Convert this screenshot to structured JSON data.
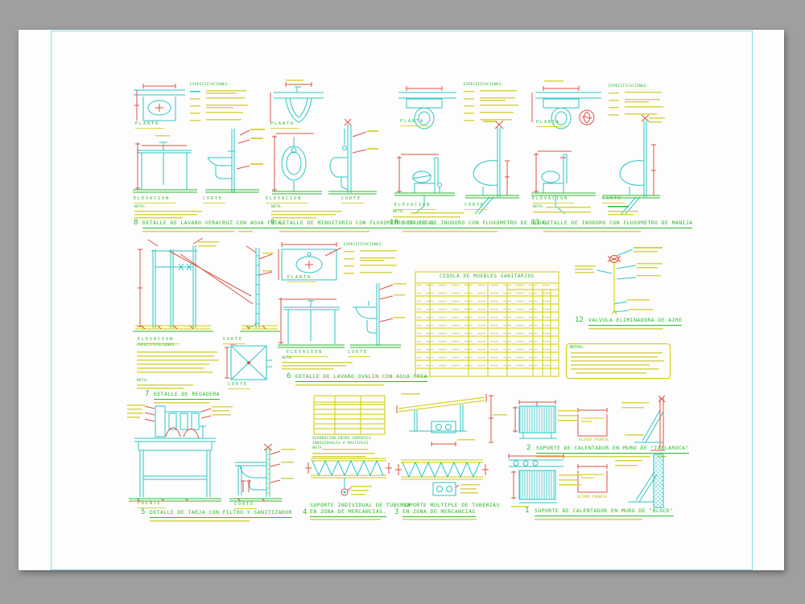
{
  "canvas": {
    "background": "#9f9f9f",
    "sheet_color": "#fdfdfd",
    "frame_color": "#8adbdb"
  },
  "palette": {
    "cyan": "#2cc5c5",
    "red": "#dd5144",
    "yellow": "#cfca00",
    "green": "#2eb82e"
  },
  "labels": {
    "planta": "PLANTA",
    "elevacion": "ELEVACION",
    "corte": "CORTE",
    "frente": "FRENTE",
    "especificaciones": "ESPECIFICACIONES:",
    "nota": "NOTA:",
    "alzado_frontal": "ALZADO FRONTAL"
  },
  "details": {
    "d1": {
      "num": "1",
      "title": "SOPORTE DE CALENTADOR EN MURO DE \"BLOCK\""
    },
    "d2": {
      "num": "2",
      "title": "SOPORTE DE CALENTADOR EN MURO DE \"TABLAROCA\""
    },
    "d3": {
      "num": "3",
      "title_line1": "SOPORTE MULTIPLE DE TUBERIAS",
      "title_line2": "EN ZONA DE MERCANCIAS"
    },
    "d4": {
      "num": "4",
      "title_line1": "SOPORTE INDIVIDUAL DE TUBERIA",
      "title_line2": "EN ZONA DE MERCANCIAS."
    },
    "d5": {
      "num": "5",
      "title": "DETALLE DE TARJA CON FILTRO Y SANITIZADOR"
    },
    "d6": {
      "num": "6",
      "title": "DETALLE DE LAVABO OVALIN CON AGUA FRIA"
    },
    "d7": {
      "num": "7",
      "title": "DETALLE DE REGADERA"
    },
    "d8": {
      "num": "8",
      "title": "DETALLE DE LAVABO VERACRUZ CON AGUA FRIA."
    },
    "d9": {
      "num": "9",
      "title": "DETALLE DE MINGITORIO CON FLUXOMETRO DE PEDAL"
    },
    "d10": {
      "num": "10",
      "title": "DETALLE DE INODORO CON FLUXOMETRO DE PEDAL"
    },
    "d11": {
      "num": "11",
      "title": "DETALLE DE INODORO CON FLUXOMETRO DE MANIJA"
    },
    "d12": {
      "num": "12",
      "title": "VALVULA ELIMINADORA DE AIRE"
    }
  },
  "table": {
    "title": "CEDULA DE MUEBLES SANITARIOS"
  },
  "separation": {
    "line1": "SEPARACION ENTRE SOPORTES",
    "line2": "INDIVIDUALES O MULTIPLES"
  },
  "notas": {
    "title": "NOTAS:"
  }
}
